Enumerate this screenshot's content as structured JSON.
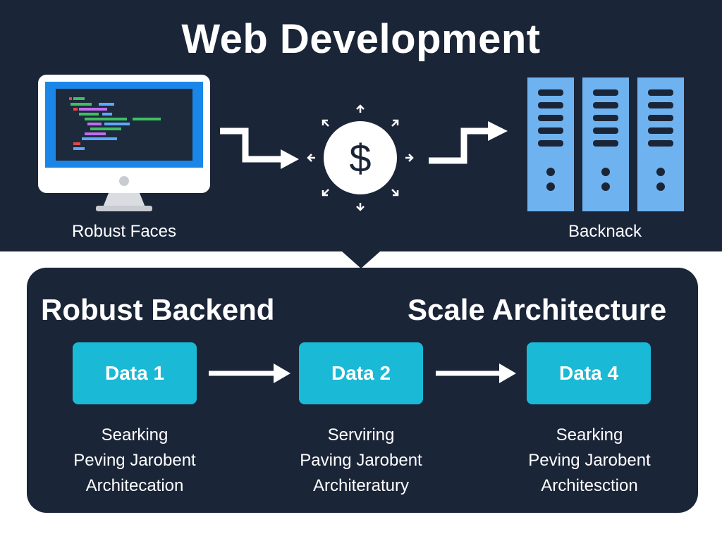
{
  "title": "Web Development",
  "top": {
    "left_label": "Robust Faces",
    "right_label": "Backnack",
    "center_symbol": "$"
  },
  "bottom": {
    "left_heading": "Robust Backend",
    "right_heading": "Scale Architecture",
    "steps": [
      {
        "label": "Data 1",
        "lines": [
          "Searking",
          "Peving Jarobent",
          "Architecation"
        ]
      },
      {
        "label": "Data 2",
        "lines": [
          "Serviring",
          "Paving Jarobent",
          "Architeratury"
        ]
      },
      {
        "label": "Data 4",
        "lines": [
          "Searking",
          "Peving Jarobent",
          "Architesction"
        ]
      }
    ]
  },
  "colors": {
    "background_dark": "#1b2538",
    "screen_blue": "#1a86e8",
    "server_blue": "#6fb2f0",
    "data_box": "#1ab9d6"
  },
  "icons": [
    "monitor-code-icon",
    "dollar-exchange-icon",
    "server-rack-icon",
    "arrow-right-icon"
  ]
}
